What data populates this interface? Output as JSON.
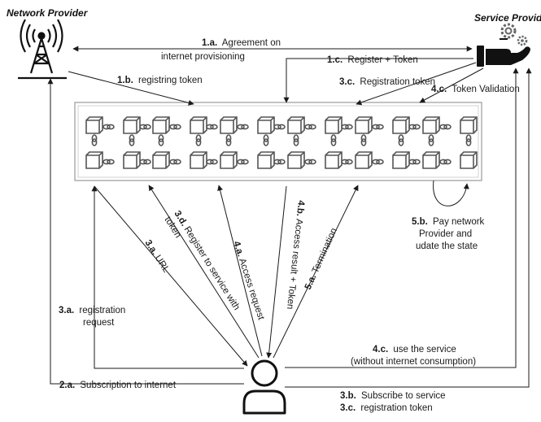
{
  "actors": {
    "network_provider": "Network Provider",
    "service_provider": "Service Provider"
  },
  "steps": {
    "s1a": {
      "num": "1.a.",
      "line1": "Agreement on",
      "line2": "internet provisioning"
    },
    "s1b": {
      "num": "1.b.",
      "text": "registring token"
    },
    "s1c": {
      "num": "1.c.",
      "text": "Register + Token"
    },
    "s3c_top": {
      "num": "3.c.",
      "text": "Registration token"
    },
    "s4c_top": {
      "num": "4.c.",
      "text": "Token Validation"
    },
    "s3d": {
      "num": "3.d.",
      "text": "Register to service with",
      "line2": "token"
    },
    "s4a": {
      "num": "4.a.",
      "text": "Access request"
    },
    "s4b": {
      "num": "4.b.",
      "text": "Access result + Token"
    },
    "s5a": {
      "num": "5.a.",
      "text": "Termination"
    },
    "s3a_url": {
      "num": "3.a.",
      "text": "URL"
    },
    "s3a_reg": {
      "num": "3.a.",
      "text": "registration",
      "line2": "request"
    },
    "s5b": {
      "num": "5.b.",
      "text": "Pay network",
      "line2": "Provider and",
      "line3": "udate the state"
    },
    "s4c_bottom": {
      "num": "4.c.",
      "text": "use the service",
      "line2": "(without internet consumption)"
    },
    "s2a": {
      "num": "2.a.",
      "text": "Subscription  to internet"
    },
    "s3b": {
      "num": "3.b.",
      "text": "Subscribe to service"
    },
    "s3c_bottom": {
      "num": "3.c.",
      "text": "registration token"
    }
  },
  "icons": [
    "radio-tower-icon",
    "hand-gears-icon",
    "user-icon",
    "blockchain-icon"
  ],
  "colors": {
    "line": "#1a1a1a",
    "block_stroke": "#555555",
    "block_fill": "#ffffff",
    "ledger_border": "#9a9a9a"
  }
}
